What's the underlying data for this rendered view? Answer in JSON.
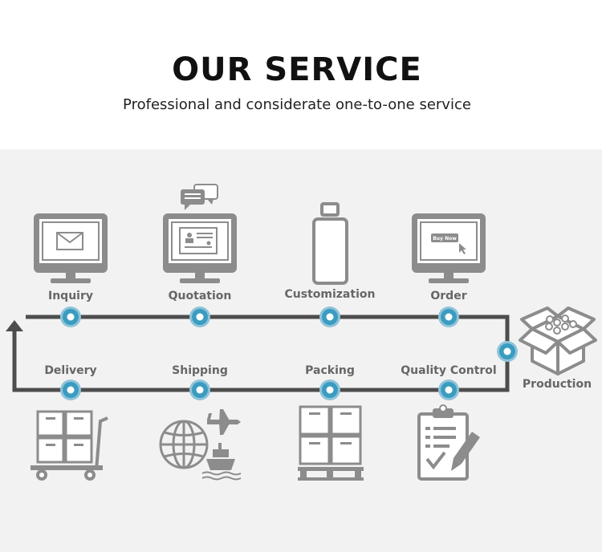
{
  "header": {
    "title": "OUR SERVICE",
    "subtitle": "Professional and considerate one-to-one service"
  },
  "steps": {
    "inquiry": "Inquiry",
    "quotation": "Quotation",
    "customization": "Customization",
    "order": "Order",
    "production": "Production",
    "quality_control": "Quality Control",
    "packing": "Packing",
    "shipping": "Shipping",
    "delivery": "Delivery"
  },
  "order_screen_button": "Buy Now",
  "colors": {
    "node_fill": "#3a9cc0",
    "node_border": "#8fc3d9",
    "line": "#4d4d4d",
    "icon": "#8c8c8c"
  }
}
